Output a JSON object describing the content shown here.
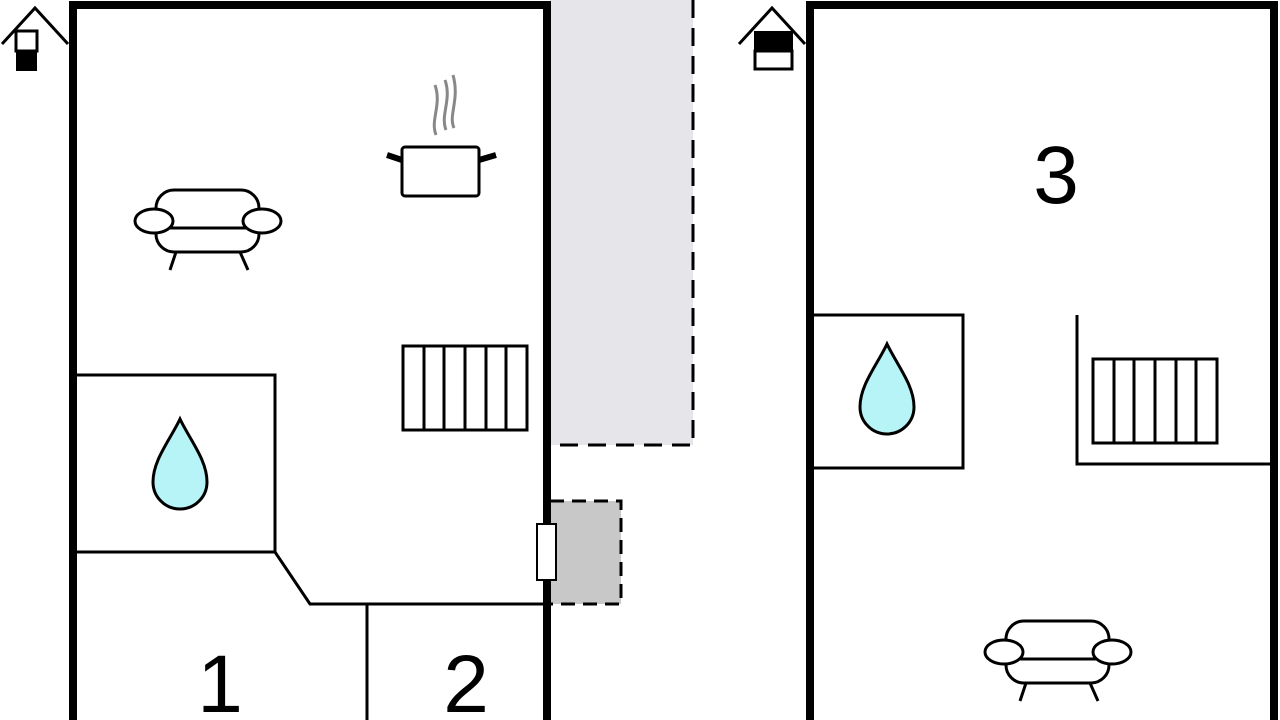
{
  "floorplan": {
    "rooms": [
      {
        "label": "1"
      },
      {
        "label": "2"
      },
      {
        "label": "3"
      }
    ],
    "icons": [
      "house-ground-floor-icon",
      "house-upper-floor-icon",
      "kitchen-pot-icon",
      "sofa-icon",
      "stairs-icon",
      "bathroom-drop-icon"
    ],
    "colors": {
      "wall": "#000000",
      "water": "#b7f4f7",
      "terrace": "#e6e6ea",
      "entrance": "#c8c8c8"
    }
  }
}
